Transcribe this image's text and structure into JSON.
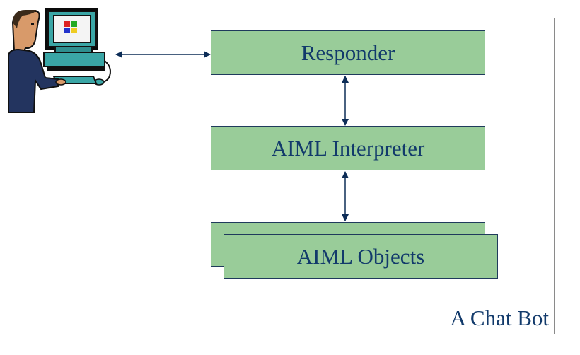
{
  "diagram": {
    "container_label": "A Chat Bot",
    "nodes": {
      "responder": "Responder",
      "interpreter": "AIML Interpreter",
      "objects": "AIML Objects"
    },
    "edges": [
      {
        "from": "user",
        "to": "responder",
        "direction": "bidirectional"
      },
      {
        "from": "responder",
        "to": "interpreter",
        "direction": "bidirectional"
      },
      {
        "from": "interpreter",
        "to": "objects",
        "direction": "bidirectional"
      }
    ],
    "user_icon": "person-at-computer-icon"
  },
  "colors": {
    "box_fill": "#99cc99",
    "box_border": "#1f3a5c",
    "text": "#123a6b",
    "arrow": "#0d2d57",
    "frame_border": "#8a8a8a"
  }
}
